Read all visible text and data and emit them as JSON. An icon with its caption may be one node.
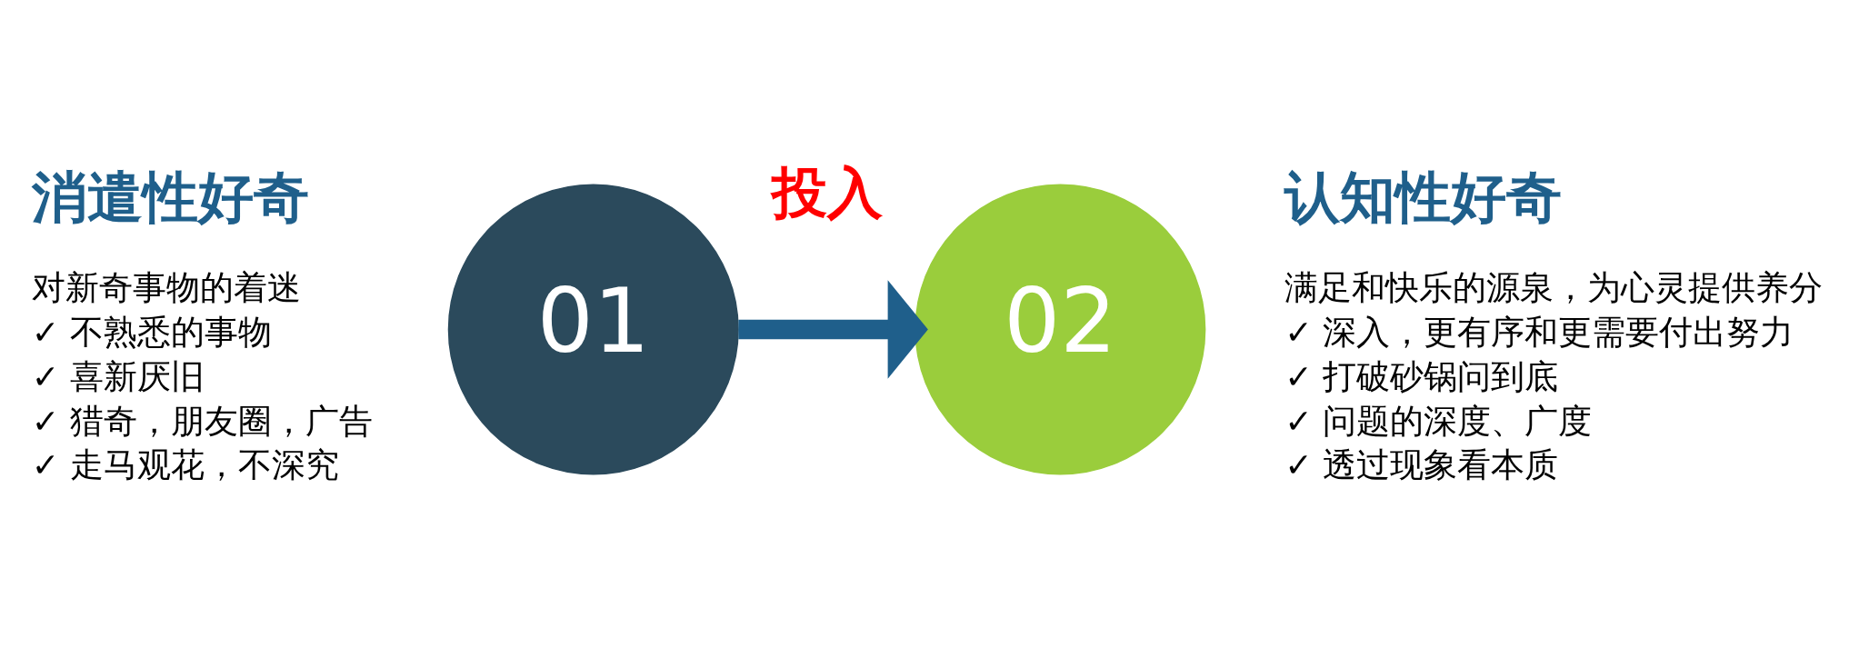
{
  "diagram": {
    "nodes": [
      {
        "text": [
          "01"
        ],
        "beside": [
          "消遣性好奇",
          "对新奇事物的着迷",
          "✓ 不熟悉的事物",
          "✓ 喜新厌旧",
          "✓ 猎奇，朋友圈，广告",
          "✓ 走马观花，不深究"
        ]
      },
      {
        "text": [
          "02"
        ],
        "beside": [
          "认知性好奇",
          "满足和快乐的源泉，为心灵提供养分",
          "✓ 深入，更有序和更需要付出努力",
          "✓ 打破砂锅问到底",
          "✓ 问题的深度、广度",
          "✓ 透过现象看本质"
        ]
      }
    ],
    "edges": [
      {
        "from": 0,
        "to": 1,
        "arrow": "to",
        "label": "投入"
      }
    ]
  }
}
